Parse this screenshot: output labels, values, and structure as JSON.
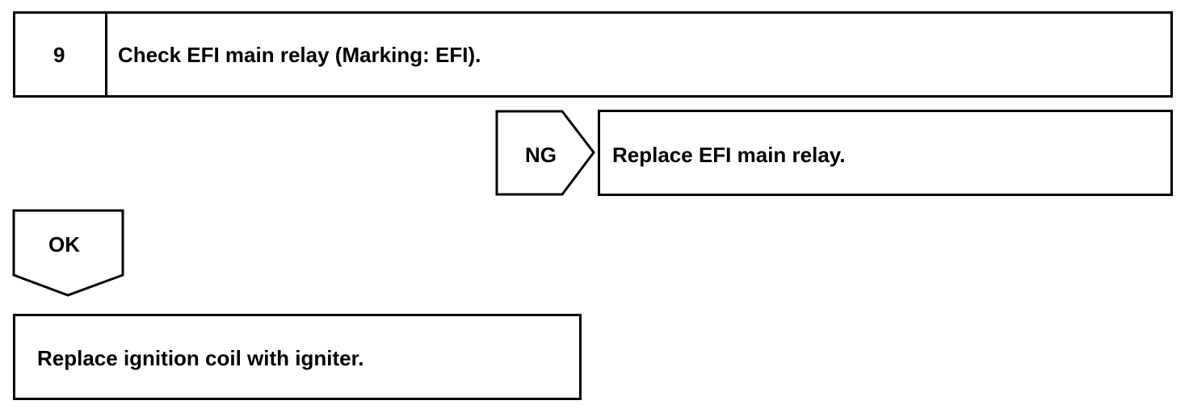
{
  "step": {
    "number": "9",
    "title": "Check EFI main relay (Marking: EFI)."
  },
  "ng_branch": {
    "label": "NG",
    "action": "Replace EFI main relay."
  },
  "ok_branch": {
    "label": "OK",
    "action": "Replace ignition coil with igniter."
  }
}
